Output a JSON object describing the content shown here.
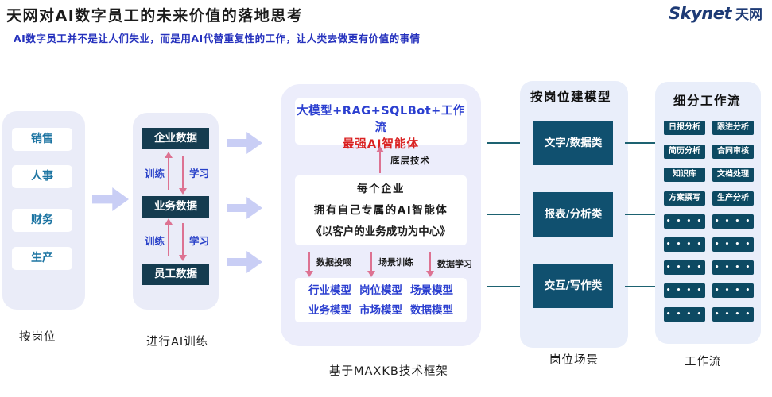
{
  "header": {
    "title": "天网对AI数字员工的未来价值的落地思考",
    "subtitle": "AI数字员工并不是让人们失业，而是用AI代替重复性的工作，让人类去做更有价值的事情",
    "logo_en": "Skynet",
    "logo_zh": "天网"
  },
  "positions_panel": {
    "items": [
      "销售",
      "人事",
      "财务",
      "生产"
    ],
    "caption": "按岗位"
  },
  "training_panel": {
    "items": [
      "企业数据",
      "业务数据",
      "员工数据"
    ],
    "train_label": "训练",
    "learn_label": "学习",
    "caption": "进行AI训练"
  },
  "core_panel": {
    "tech_line": "大模型+RAG+SQLBot+工作流",
    "agent_line": "最强AI智能体",
    "base_tech_label": "底层技术",
    "enterprise_lines": [
      "每个企业",
      "拥有自己专属的AI智能体",
      "《以客户的业务成功为中心》"
    ],
    "feed_labels": [
      "数据投喂",
      "场景训练",
      "数据学习"
    ],
    "model_rows": [
      [
        "行业模型",
        "岗位模型",
        "场景模型"
      ],
      [
        "业务模型",
        "市场模型",
        "数据模型"
      ]
    ],
    "caption": "基于MAXKB技术框架"
  },
  "category_panel": {
    "heading": "按岗位建模型",
    "items": [
      "文字/数据类",
      "报表/分析类",
      "交互/写作类"
    ],
    "caption": "岗位场景"
  },
  "workflow_panel": {
    "heading": "细分工作流",
    "labeled_rows": [
      [
        "日报分析",
        "跟进分析"
      ],
      [
        "简历分析",
        "合同审核"
      ],
      [
        "知识库",
        "文档处理"
      ],
      [
        "方案撰写",
        "生产分析"
      ]
    ],
    "dots": "• • • •",
    "caption": "工作流"
  },
  "colors": {
    "panel_lavender": "#eaecf8",
    "panel_blue": "#e9eefa",
    "navy_box": "#153c50",
    "teal_box": "#10506f",
    "workflow_box": "#0d4a63",
    "fat_arrow": "#c9cef5",
    "line_arrow": "#1d6271",
    "pink_arrow": "#dd7292",
    "blue_text": "#2b3fd0",
    "red_text": "#da2222",
    "subtitle_blue": "#2531bd",
    "logo_navy": "#1d3a75"
  }
}
